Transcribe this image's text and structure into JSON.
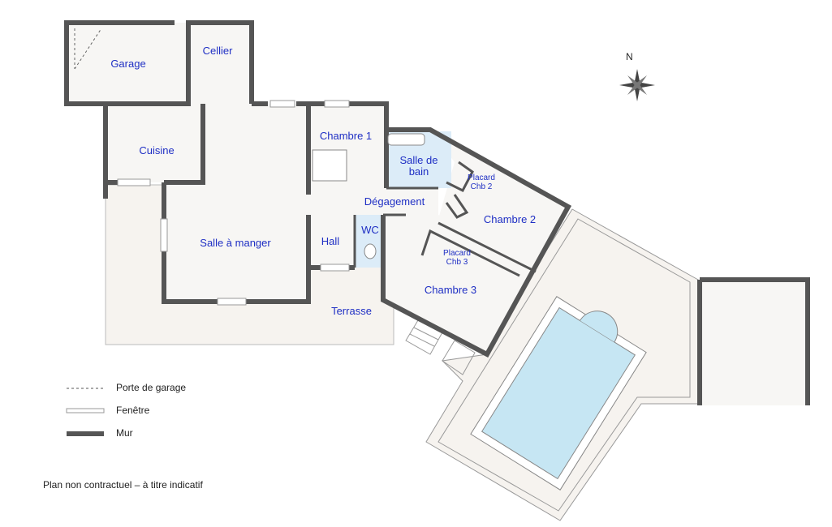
{
  "rooms": {
    "garage": "Garage",
    "cellier": "Cellier",
    "cuisine": "Cuisine",
    "salle_a_manger": "Salle à manger",
    "chambre1": "Chambre 1",
    "salle_de_bain": "Salle de bain",
    "degagement": "Dégagement",
    "hall": "Hall",
    "wc": "WC",
    "terrasse": "Terrasse",
    "chambre2": "Chambre 2",
    "chambre3": "Chambre 3",
    "placard2": "Placard Chb 2",
    "placard3": "Placard Chb 3"
  },
  "compass": {
    "north": "N"
  },
  "legend": [
    {
      "symbol": "dashed-line",
      "label": "Porte de garage"
    },
    {
      "symbol": "double-line",
      "label": "Fenêtre"
    },
    {
      "symbol": "wall-bar",
      "label": "Mur"
    }
  ],
  "note": "Plan non contractuel – à titre indicatif",
  "colors": {
    "wall": "#555555",
    "floor": "#f7f5f2",
    "water": "#c6e6f3",
    "tile": "#dcecf8",
    "label": "#1f2fc4"
  }
}
